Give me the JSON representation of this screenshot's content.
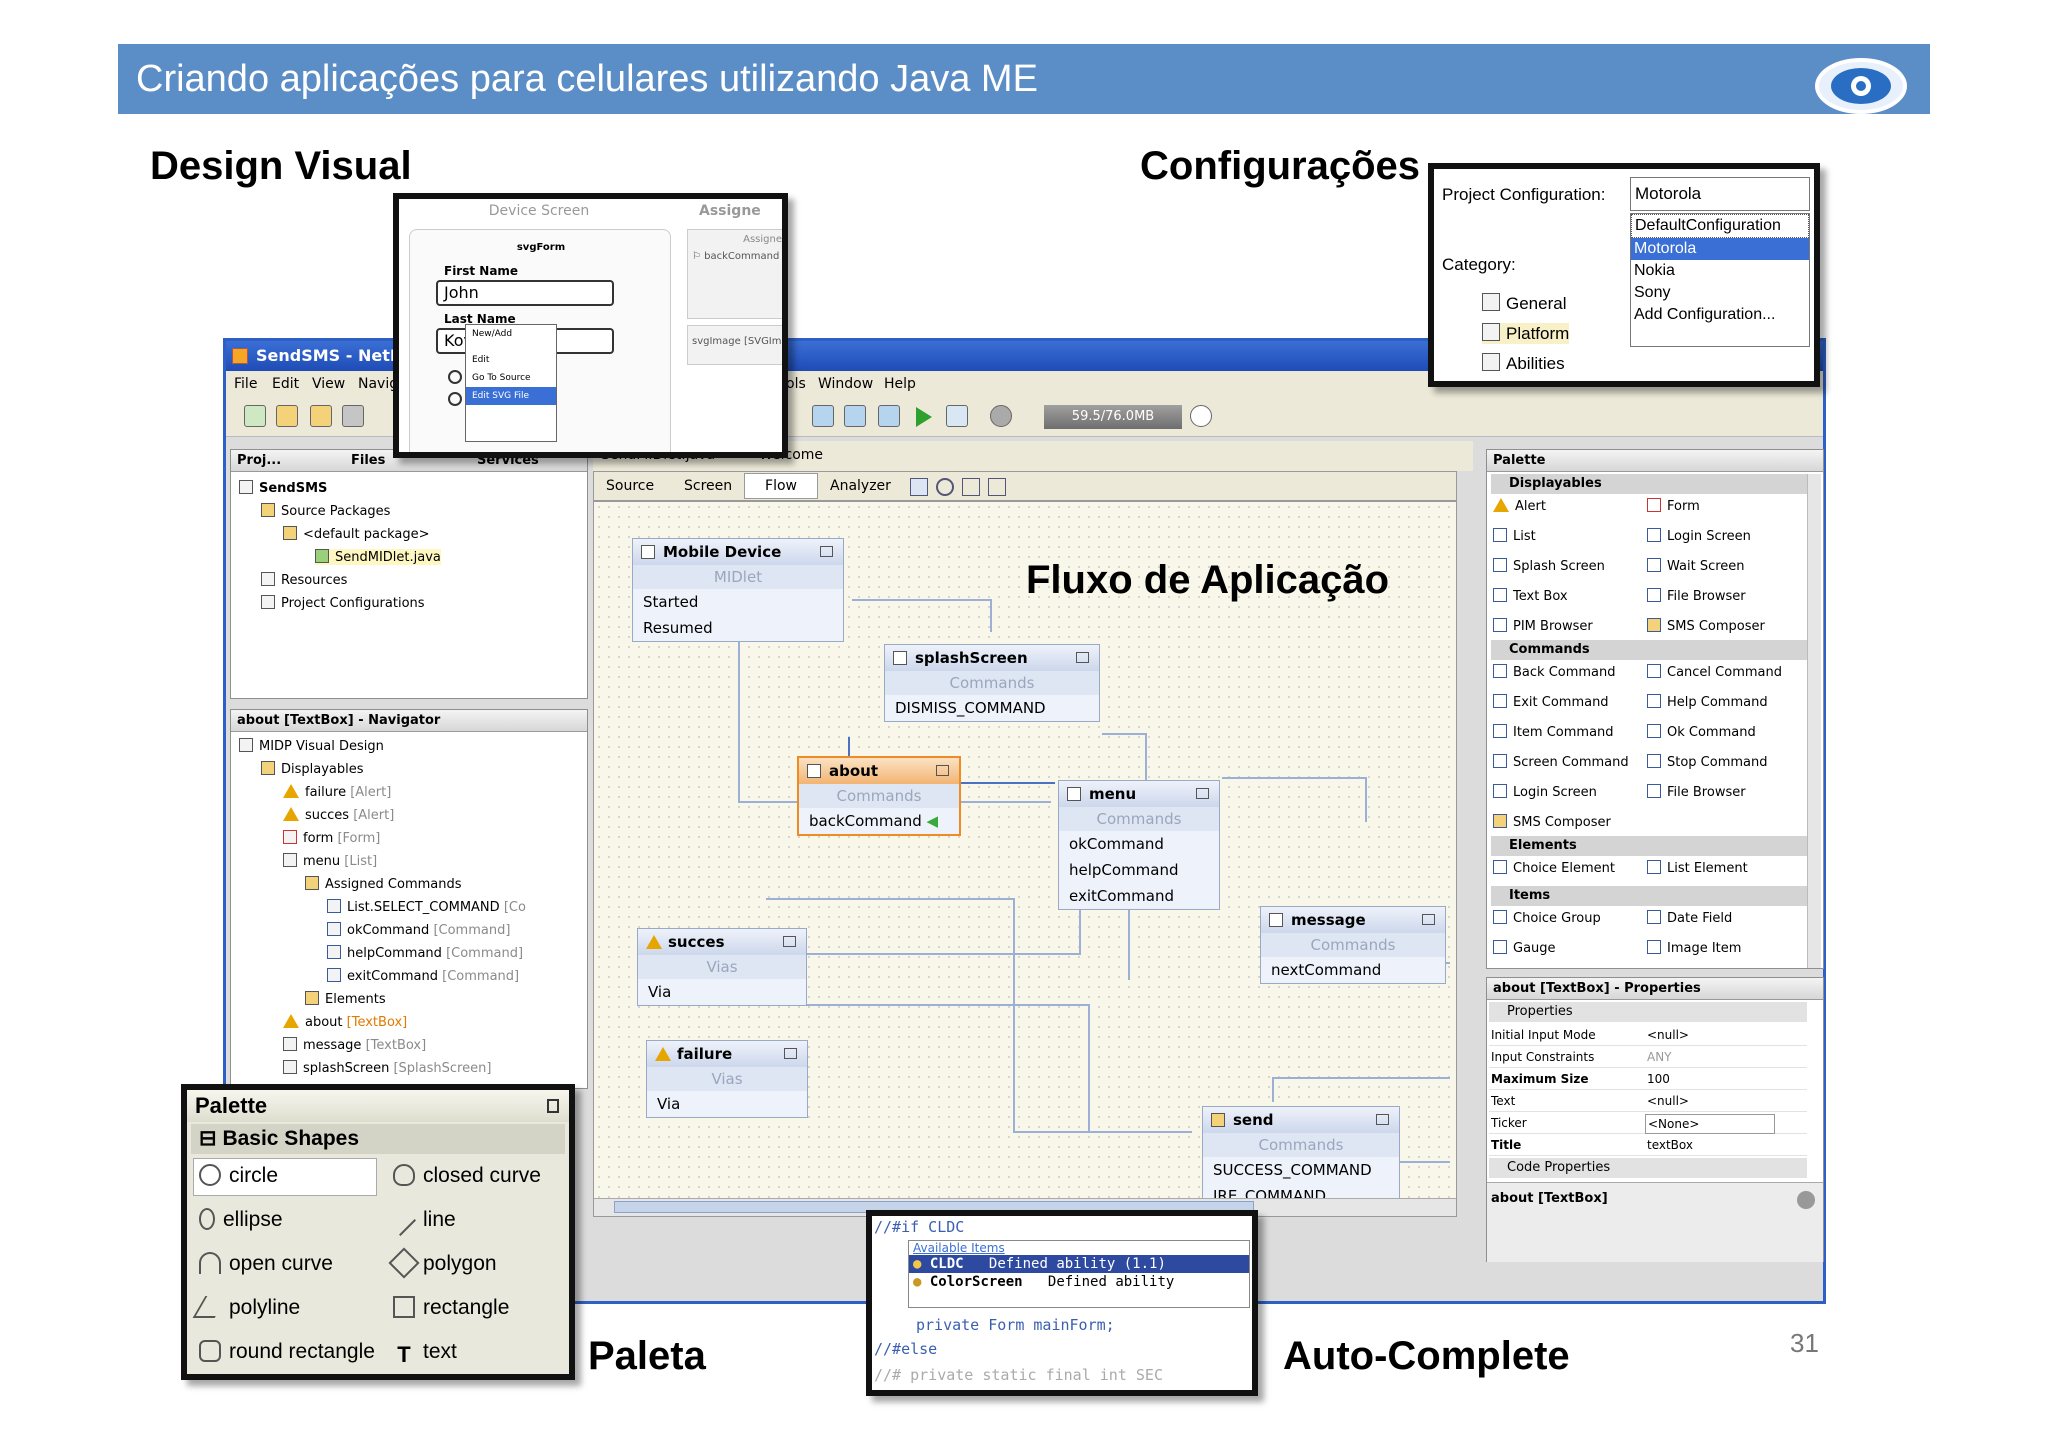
{
  "slide": {
    "title": "Criando aplicações para celulares utilizando Java ME",
    "page_number": "31",
    "labels": {
      "design_visual": "Design Visual",
      "configuracoes": "Configurações",
      "fluxo": "Fluxo de Aplicação",
      "paleta": "Paleta",
      "auto_complete": "Auto-Complete"
    }
  },
  "ide": {
    "window_title": "SendSMS - NetBea",
    "menu": [
      "File",
      "Edit",
      "View",
      "Navig",
      "ols",
      "Window",
      "Help"
    ],
    "memory": "59.5/76.0MB",
    "project_tabs": [
      "Proj...",
      "Files",
      "Services"
    ],
    "editor_tabs": [
      "SendMIDlet.java",
      "Welcome"
    ],
    "view_tabs": [
      "Source",
      "Screen",
      "Flow",
      "Analyzer"
    ],
    "project_tree": [
      "SendSMS",
      "Source Packages",
      "<default package>",
      "SendMIDlet.java",
      "Resources",
      "Project Configurations"
    ],
    "navigator": {
      "title": "about [TextBox] - Navigator",
      "items": [
        {
          "label": "MIDP Visual Design",
          "type": ""
        },
        {
          "label": "Displayables",
          "type": ""
        },
        {
          "label": "failure",
          "type": "[Alert]"
        },
        {
          "label": "succes",
          "type": "[Alert]"
        },
        {
          "label": "form",
          "type": "[Form]"
        },
        {
          "label": "menu",
          "type": "[List]"
        },
        {
          "label": "Assigned Commands",
          "type": ""
        },
        {
          "label": "List.SELECT_COMMAND",
          "type": "[Co"
        },
        {
          "label": "okCommand",
          "type": "[Command]"
        },
        {
          "label": "helpCommand",
          "type": "[Command]"
        },
        {
          "label": "exitCommand",
          "type": "[Command]"
        },
        {
          "label": "Elements",
          "type": ""
        },
        {
          "label": "about",
          "type": "[TextBox]"
        },
        {
          "label": "message",
          "type": "[TextBox]"
        },
        {
          "label": "splashScreen",
          "type": "[SplashScreen]"
        }
      ]
    },
    "flow_nodes": {
      "mobile": {
        "title": "Mobile Device",
        "sub": "MIDlet",
        "rows": [
          "Started",
          "Resumed"
        ]
      },
      "splash": {
        "title": "splashScreen",
        "sub": "Commands",
        "rows": [
          "DISMISS_COMMAND"
        ]
      },
      "about": {
        "title": "about",
        "sub": "Commands",
        "rows": [
          "backCommand"
        ]
      },
      "menu": {
        "title": "menu",
        "sub": "Commands",
        "rows": [
          "okCommand",
          "helpCommand",
          "exitCommand"
        ]
      },
      "message": {
        "title": "message",
        "sub": "Commands",
        "rows": [
          "nextCommand"
        ]
      },
      "succes": {
        "title": "succes",
        "sub": "Vias",
        "rows": [
          "Via"
        ]
      },
      "failure": {
        "title": "failure",
        "sub": "Vias",
        "rows": [
          "Via"
        ]
      },
      "send": {
        "title": "send",
        "sub": "Commands",
        "rows": [
          "SUCCESS_COMMAND",
          "IRE_COMMAND"
        ]
      }
    },
    "palette": {
      "title": "Palette",
      "categories": [
        "Displayables",
        "Commands",
        "Elements",
        "Items"
      ],
      "displayables": [
        "Alert",
        "Form",
        "List",
        "Login Screen",
        "Splash Screen",
        "Wait Screen",
        "Text Box",
        "File Browser",
        "PIM Browser",
        "SMS Composer"
      ],
      "commands": [
        "Back Command",
        "Cancel Command",
        "Exit Command",
        "Help Command",
        "Item Command",
        "Ok Command",
        "Screen Command",
        "Stop Command",
        "Login Screen",
        "File Browser",
        "SMS Composer"
      ],
      "elements": [
        "Choice Element",
        "List Element"
      ],
      "items": [
        "Choice Group",
        "Date Field",
        "Gauge",
        "Image Item"
      ]
    },
    "properties": {
      "title": "about [TextBox] - Properties",
      "group": "Properties",
      "rows": [
        {
          "name": "Initial Input Mode",
          "value": "<null>"
        },
        {
          "name": "Input Constraints",
          "value": "ANY"
        },
        {
          "name": "Maximum Size",
          "value": "100"
        },
        {
          "name": "Text",
          "value": "<null>"
        },
        {
          "name": "Ticker",
          "value": "<None>"
        },
        {
          "name": "Title",
          "value": "textBox"
        }
      ],
      "code_group": "Code Properties",
      "footer": "about [TextBox]"
    }
  },
  "config_inset": {
    "project_configuration_label": "Project Configuration:",
    "selected": "Motorola",
    "options": [
      "DefaultConfiguration",
      "Motorola",
      "Nokia",
      "Sony",
      "Add Configuration..."
    ],
    "category_label": "Category:",
    "categories": [
      "General",
      "Platform",
      "Abilities"
    ]
  },
  "device_inset": {
    "header": "Device Screen",
    "assigned": "Assigne",
    "form_name": "svgForm",
    "first_name_label": "First Name",
    "first_name_value": "John",
    "last_name_label": "Last Name",
    "last_name_value": "Kovalsky",
    "side_assigned": "Assigne",
    "back_command": "backCommand",
    "svg_image": "svgImage [SVGIm",
    "context_menu": [
      "New/Add",
      "Edit",
      "Go To Source",
      "Edit SVG File"
    ]
  },
  "palette_inset": {
    "title": "Palette",
    "category": "Basic Shapes",
    "shapes": [
      "circle",
      "closed curve",
      "ellipse",
      "line",
      "open curve",
      "polygon",
      "polyline",
      "rectangle",
      "round rectangle",
      "text"
    ]
  },
  "autocomplete_inset": {
    "line1": "//#if CLDC",
    "available": "Available Items",
    "item1_name": "CLDC",
    "item1_desc": "Defined ability (1.1)",
    "item2_name": "ColorScreen",
    "item2_desc": "Defined ability",
    "line_private": "private Form mainForm;",
    "line_else": "//#else",
    "line_last": "//#     private static final int SEC"
  }
}
